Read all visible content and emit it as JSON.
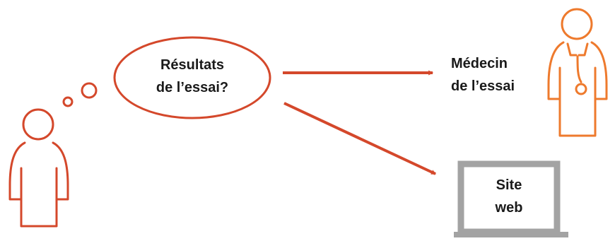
{
  "bubble": {
    "line1": "Résultats",
    "line2": "de l’essai?"
  },
  "doctor_label": {
    "line1": "Médecin",
    "line2": "de l’essai"
  },
  "website_label": {
    "line1": "Site",
    "line2": "web"
  },
  "colors": {
    "patient": "#d4482b",
    "doctor": "#ee7a2d",
    "arrow": "#d4482b",
    "laptop_frame": "#a3a3a3",
    "text": "#1a1a1a"
  },
  "icons": {
    "patient": "person-icon",
    "doctor": "doctor-with-stethoscope-icon",
    "website": "laptop-icon"
  }
}
